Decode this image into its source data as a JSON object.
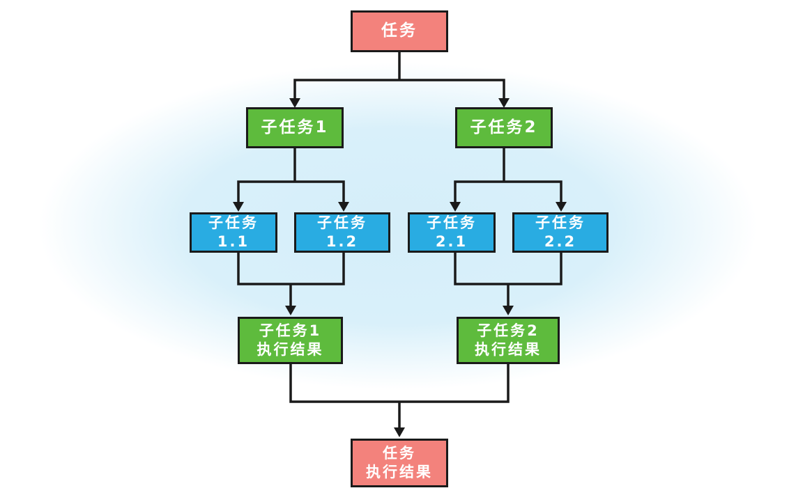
{
  "diagram": {
    "colors": {
      "task": "#f3827c",
      "subtask": "#5ebb3d",
      "leaf": "#29ace2",
      "line": "#1a1a1a",
      "text": "#ffffff",
      "background_glow": "#d7effa"
    },
    "nodes": [
      {
        "id": "task",
        "label": "任务",
        "type": "task"
      },
      {
        "id": "subtask-1",
        "label": "子任务1",
        "type": "subtask"
      },
      {
        "id": "subtask-2",
        "label": "子任务2",
        "type": "subtask"
      },
      {
        "id": "subtask-1-1",
        "label": "子任务\n1.1",
        "type": "leaf"
      },
      {
        "id": "subtask-1-2",
        "label": "子任务\n1.2",
        "type": "leaf"
      },
      {
        "id": "subtask-2-1",
        "label": "子任务\n2.1",
        "type": "leaf"
      },
      {
        "id": "subtask-2-2",
        "label": "子任务\n2.2",
        "type": "leaf"
      },
      {
        "id": "subtask-1-result",
        "label": "子任务1\n执行结果",
        "type": "subtask"
      },
      {
        "id": "subtask-2-result",
        "label": "子任务2\n执行结果",
        "type": "subtask"
      },
      {
        "id": "task-result",
        "label": "任务\n执行结果",
        "type": "task"
      }
    ],
    "edges": [
      {
        "from": "task",
        "to": "subtask-1"
      },
      {
        "from": "task",
        "to": "subtask-2"
      },
      {
        "from": "subtask-1",
        "to": "subtask-1-1"
      },
      {
        "from": "subtask-1",
        "to": "subtask-1-2"
      },
      {
        "from": "subtask-2",
        "to": "subtask-2-1"
      },
      {
        "from": "subtask-2",
        "to": "subtask-2-2"
      },
      {
        "from": "subtask-1-1",
        "to": "subtask-1-result"
      },
      {
        "from": "subtask-1-2",
        "to": "subtask-1-result"
      },
      {
        "from": "subtask-2-1",
        "to": "subtask-2-result"
      },
      {
        "from": "subtask-2-2",
        "to": "subtask-2-result"
      },
      {
        "from": "subtask-1-result",
        "to": "task-result"
      },
      {
        "from": "subtask-2-result",
        "to": "task-result"
      }
    ]
  }
}
